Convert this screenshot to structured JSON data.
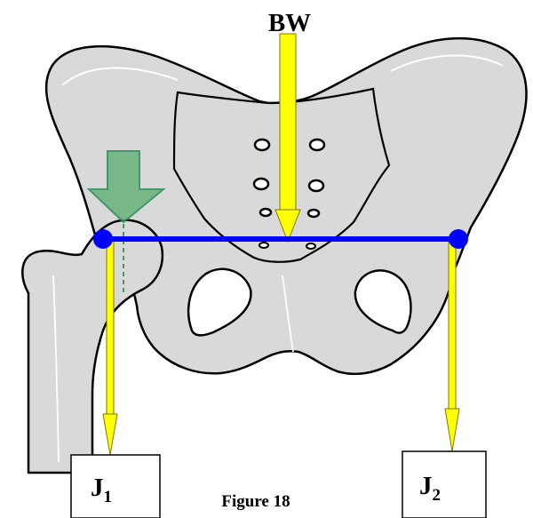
{
  "figure": {
    "caption": "Figure 18",
    "load_label": "BW",
    "support_left": {
      "letter": "J",
      "subscript": "1"
    },
    "support_right": {
      "letter": "J",
      "subscript": "2"
    }
  },
  "colors": {
    "bone_fill": "#d9d9d9",
    "bone_stroke": "#000000",
    "bone_highlight": "#ffffff",
    "beam": "#0000ff",
    "force_arrow": "#ffff00",
    "force_arrow_outline": "#7a7a00",
    "muscle_arrow": "#66b27a",
    "muscle_arrow_outline": "#2e8b57",
    "box_stroke": "#000000"
  }
}
